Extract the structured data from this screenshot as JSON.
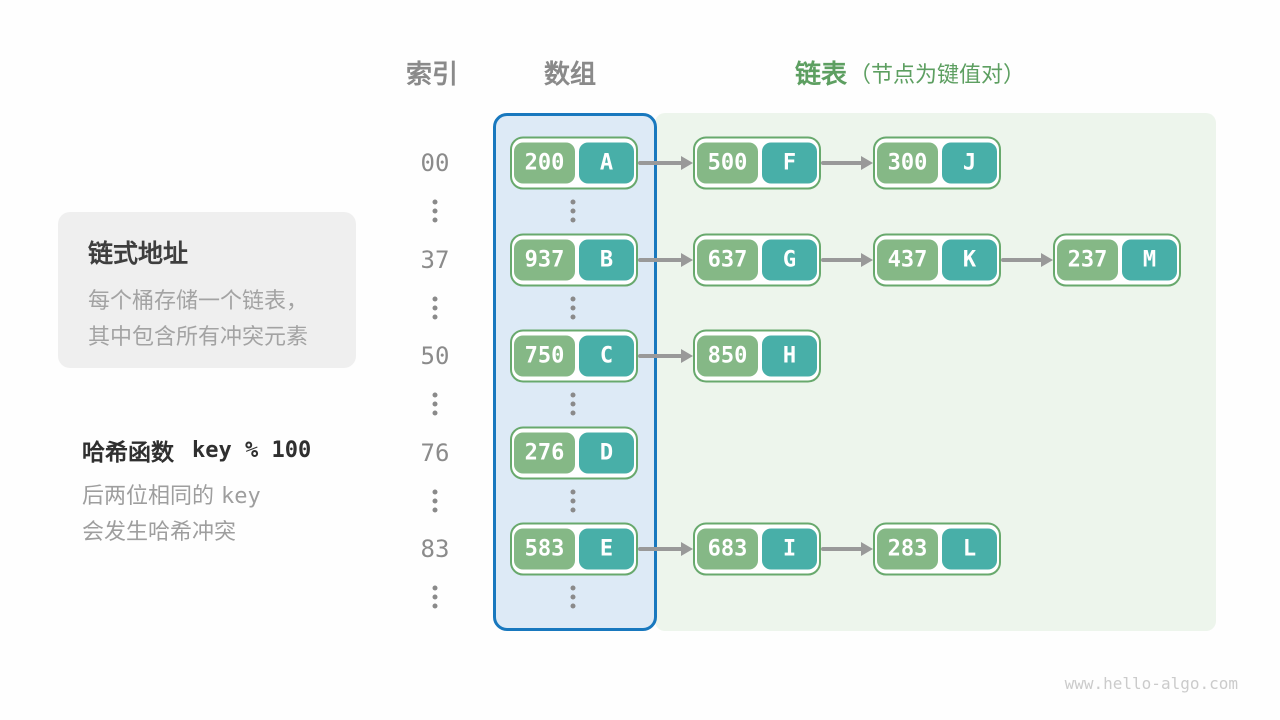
{
  "header": {
    "index": "索引",
    "array": "数组",
    "list": "链表",
    "list_note": "（节点为键值对）"
  },
  "callout": {
    "title": "链式地址",
    "line1": "每个桶存储一个链表，",
    "line2": "其中包含所有冲突元素"
  },
  "hash": {
    "label": "哈希函数",
    "formula": "key % 100",
    "note1_prefix": "后两位相同的 ",
    "note1_code": "key",
    "note2": "会发生哈希冲突"
  },
  "table": {
    "rows": [
      {
        "index": "00",
        "bucket": {
          "key": "200",
          "value": "A"
        },
        "chain": [
          {
            "key": "500",
            "value": "F"
          },
          {
            "key": "300",
            "value": "J"
          }
        ]
      },
      {
        "index": "37",
        "bucket": {
          "key": "937",
          "value": "B"
        },
        "chain": [
          {
            "key": "637",
            "value": "G"
          },
          {
            "key": "437",
            "value": "K"
          },
          {
            "key": "237",
            "value": "M"
          }
        ]
      },
      {
        "index": "50",
        "bucket": {
          "key": "750",
          "value": "C"
        },
        "chain": [
          {
            "key": "850",
            "value": "H"
          }
        ]
      },
      {
        "index": "76",
        "bucket": {
          "key": "276",
          "value": "D"
        },
        "chain": []
      },
      {
        "index": "83",
        "bucket": {
          "key": "583",
          "value": "E"
        },
        "chain": [
          {
            "key": "683",
            "value": "I"
          },
          {
            "key": "283",
            "value": "L"
          }
        ]
      }
    ]
  },
  "colors": {
    "key_green": "#85b886",
    "value_teal": "#48afa8",
    "node_border": "#68a96d",
    "array_fill": "#ddeaf6",
    "array_border": "#1878be",
    "list_fill": "#edf5ec",
    "header_green": "#5d9f61",
    "arrow_gray": "#999999"
  },
  "watermark": "www.hello-algo.com"
}
